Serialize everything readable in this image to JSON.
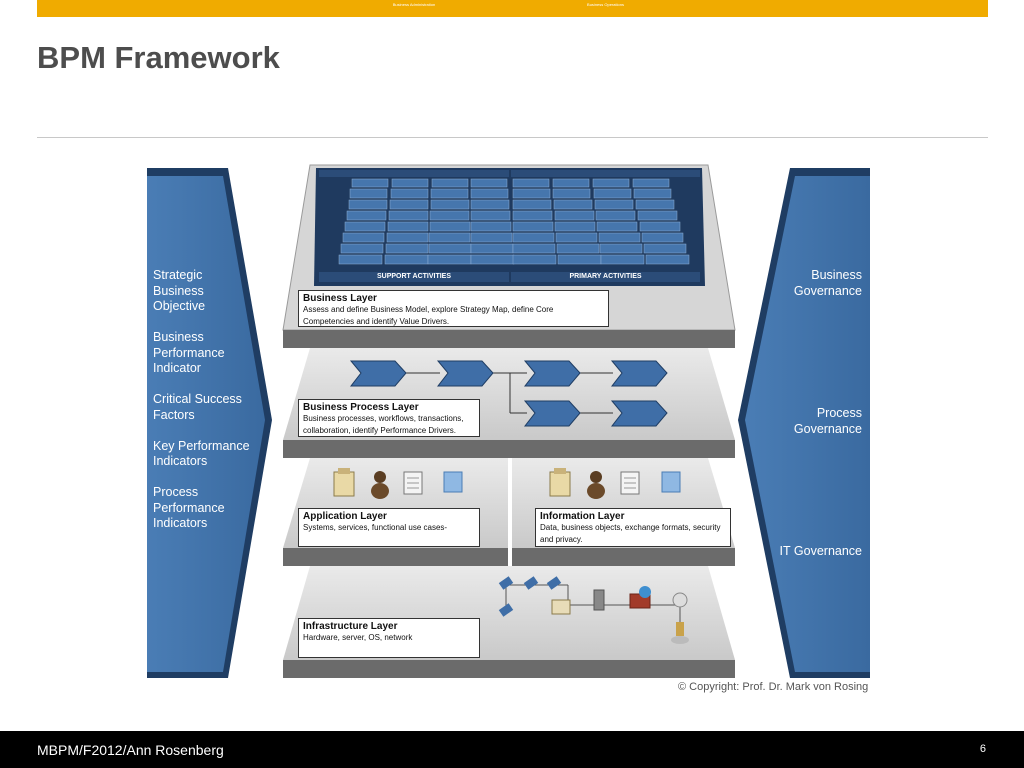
{
  "slide": {
    "title": "BPM Framework",
    "footer_left": "MBPM/F2012/Ann Rosenberg",
    "page_number": "6",
    "copyright": "© Copyright: Prof. Dr. Mark von Rosing"
  },
  "left_arrow": {
    "items": [
      "Strategic Business Objective",
      "Business Performance Indicator",
      "Critical Success Factors",
      "Key Performance Indicators",
      "Process Performance Indicators"
    ]
  },
  "right_arrow": {
    "business_governance": "Business Governance",
    "process_governance": "Process Governance",
    "it_governance": "IT Governance"
  },
  "platform": {
    "header_left": "Business Administration",
    "header_right": "Business Operations",
    "footer_left": "SUPPORT ACTIVITIES",
    "footer_right": "PRIMARY ACTIVITIES"
  },
  "layers": {
    "business": {
      "title": "Business Layer",
      "text": "Assess and define Business Model, explore Strategy Map, define Core Competencies and identify Value Drivers."
    },
    "process": {
      "title": "Business Process Layer",
      "text": "Business processes, workflows, transactions, collaboration, identify Performance Drivers."
    },
    "application": {
      "title": "Application Layer",
      "text": "Systems, services, functional use cases-"
    },
    "information": {
      "title": "Information Layer",
      "text": "Data, business objects, exchange formats, security and privacy."
    },
    "infrastructure": {
      "title": "Infrastructure Layer",
      "text": "Hardware, server, OS, network"
    }
  },
  "colors": {
    "accent": "#f0ab00",
    "arrow_blue": "#3d6fa6",
    "arrow_dark": "#1f3d63",
    "shelf": "#d9d9d9",
    "shelf_edge": "#6e6e6e",
    "chevron": "#3f6ea7"
  }
}
